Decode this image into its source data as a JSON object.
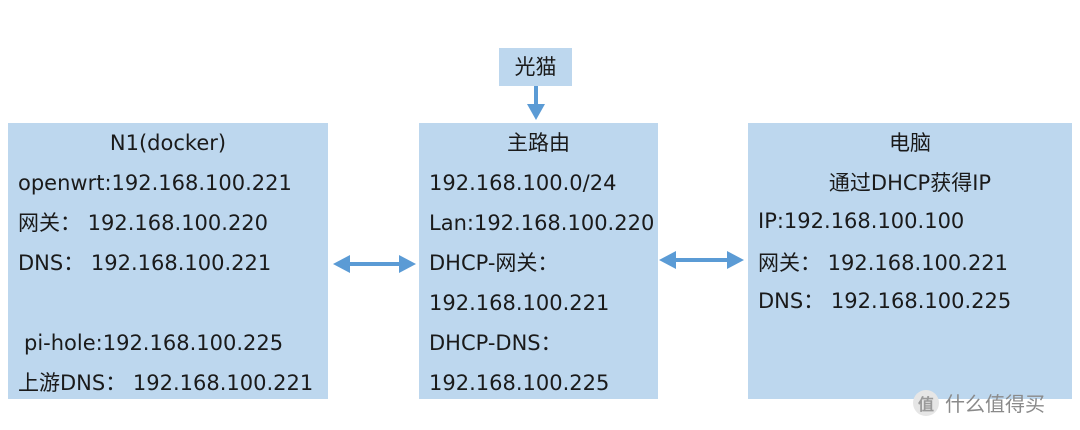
{
  "modem": {
    "label": "光猫"
  },
  "router": {
    "title": "主路由",
    "lines": [
      "192.168.100.0/24",
      "Lan:192.168.100.220",
      "DHCP-网关：",
      "192.168.100.221",
      "DHCP-DNS：",
      "192.168.100.225"
    ]
  },
  "n1": {
    "title": "N1(docker)",
    "lines": [
      "openwrt:192.168.100.221",
      "网关：  192.168.100.220",
      "DNS：  192.168.100.221",
      "pi-hole:192.168.100.225",
      "上游DNS：  192.168.100.221"
    ]
  },
  "pc": {
    "title": "电脑",
    "subtitle": "通过DHCP获得IP",
    "lines": [
      "IP:192.168.100.100",
      "网关：  192.168.100.221",
      "DNS：  192.168.100.225"
    ]
  },
  "watermark": {
    "text": "什么值得买",
    "logo": "值"
  },
  "colors": {
    "box": "#bdd7ee",
    "arrow": "#5b9bd5"
  }
}
